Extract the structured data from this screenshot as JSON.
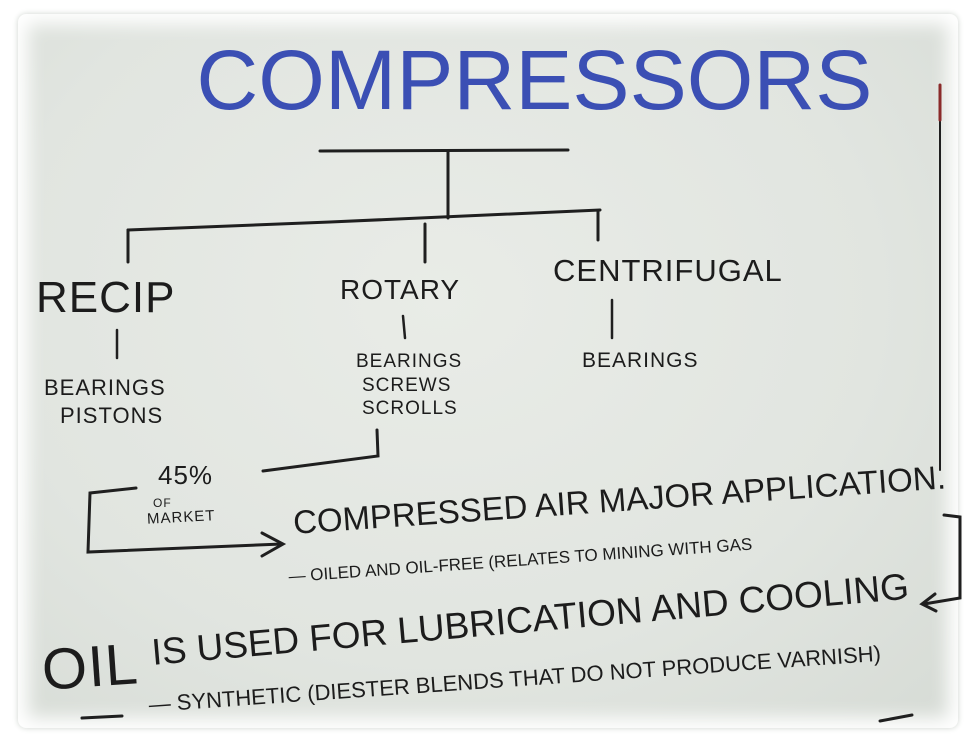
{
  "title": "COMPRESSORS",
  "branches": [
    {
      "label": "RECIP",
      "items": [
        "BEARINGS",
        "PISTONS"
      ]
    },
    {
      "label": "ROTARY",
      "items": [
        "BEARINGS",
        "SCREWS",
        "SCROLLS"
      ]
    },
    {
      "label": "CENTRIFUGAL",
      "items": [
        "BEARINGS"
      ]
    }
  ],
  "market_share": {
    "value": "45%",
    "caption_1": "OF",
    "caption_2": "MARKET"
  },
  "application": {
    "heading": "COMPRESSED AIR MAJOR APPLICATION.",
    "note": "— OILED AND OIL-FREE (RELATES TO MINING WITH GAS"
  },
  "oil": {
    "lead": "OIL",
    "heading": "IS USED FOR LUBRICATION AND COOLING",
    "note": "— SYNTHETIC (DIESTER BLENDS THAT DO NOT PRODUCE VARNISH)"
  },
  "colors": {
    "title": "#3b4fb4",
    "ink": "#1c1c1c",
    "board": "#e4e8e3"
  }
}
